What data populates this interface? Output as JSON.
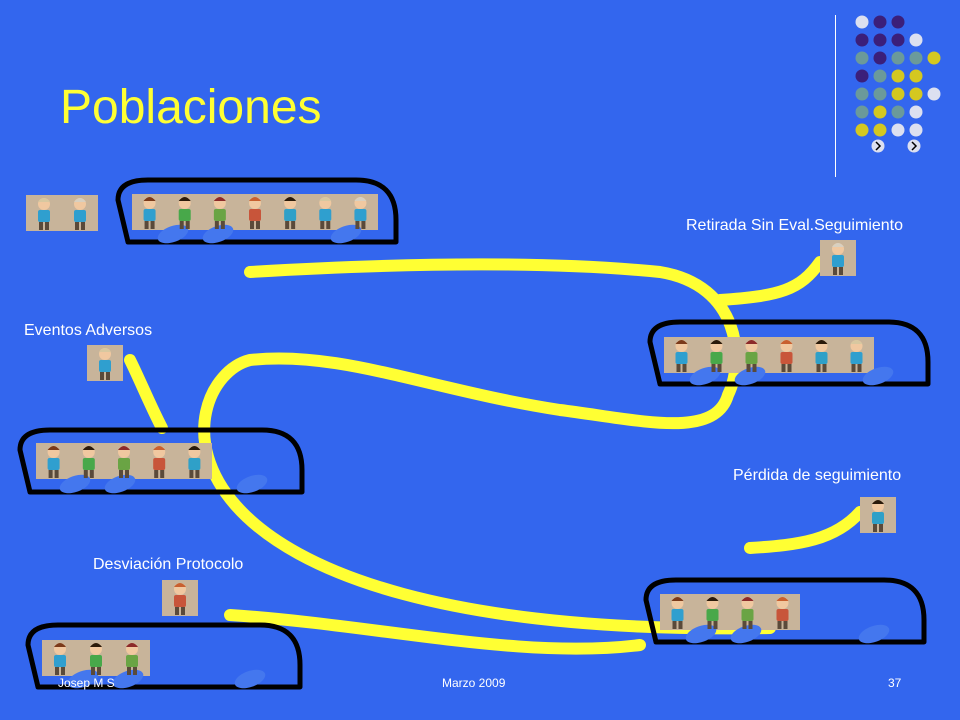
{
  "slide": {
    "title": "Poblaciones",
    "labels": {
      "retirada": "Retirada Sin Eval.Seguimiento",
      "eventos": "Eventos Adversos",
      "perdida": "Pérdida de seguimiento",
      "desviacion": "Desviación Protocolo"
    },
    "footer": {
      "author": "Josep M S",
      "date": "Marzo 2009",
      "page": "37"
    }
  },
  "colors": {
    "background": "#3366ee",
    "title": "#ffff33",
    "path": "#ffff33",
    "bus_outline": "#000000",
    "bus_window": "#c8b49a",
    "wheel": "#4477ee",
    "dot_purple": "#3b1f7a",
    "dot_teal": "#6b9a9a",
    "dot_yellow": "#d4c820",
    "dot_light": "#dce0f0"
  },
  "icons": {
    "person": "person-figure-icon",
    "bus": "bus-icon",
    "decoration": "dot-grid-decoration"
  }
}
